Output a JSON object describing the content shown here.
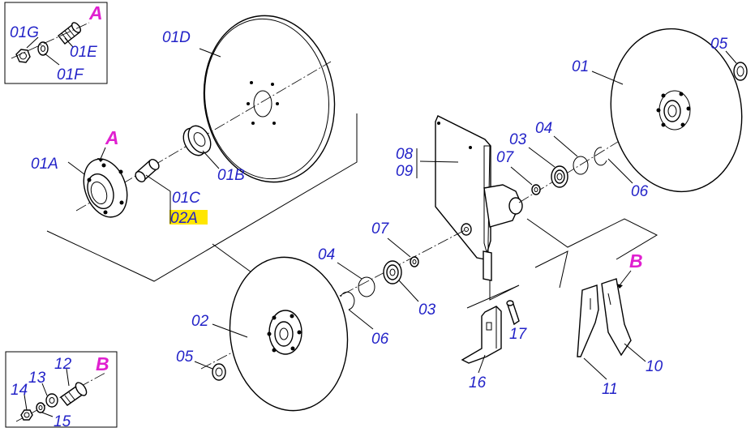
{
  "labels": {
    "p01G": "01G",
    "p01E": "01E",
    "p01F": "01F",
    "refA_top": "A",
    "p01D": "01D",
    "p01A": "01A",
    "refA_mid": "A",
    "p01B": "01B",
    "p01C": "01C",
    "p02A": "02A",
    "p08": "08",
    "p09": "09",
    "p07a": "07",
    "p03a": "03",
    "p04a": "04",
    "p06a": "06",
    "p01": "01",
    "p05a": "05",
    "p07b": "07",
    "p04b": "04",
    "p03b": "03",
    "p06b": "06",
    "p02": "02",
    "p05b": "05",
    "p17": "17",
    "p16": "16",
    "refB_blade": "B",
    "p11": "11",
    "p10": "10",
    "p12": "12",
    "p13": "13",
    "p14": "14",
    "p15": "15",
    "refB_box": "B"
  },
  "highlight_color": "#ffe600",
  "label_color": "#2323c8",
  "ref_color": "#e020d0"
}
